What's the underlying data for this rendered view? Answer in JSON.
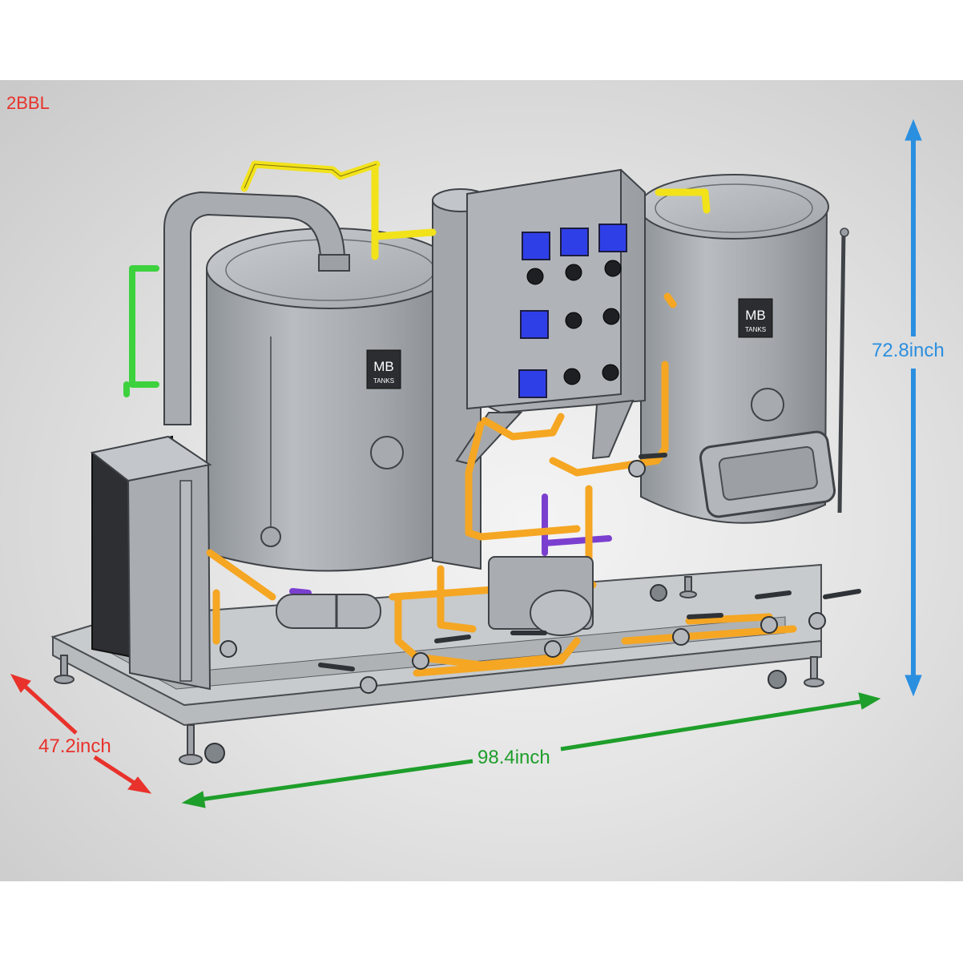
{
  "capacity_label": "2BBL",
  "dimensions": {
    "height": "72.8inch",
    "depth": "47.2inch",
    "width": "98.4inch"
  },
  "brand": {
    "logo_top": "MB",
    "logo_bottom": "TANKS"
  },
  "colors": {
    "height_arrow": "#2b8fe0",
    "depth_arrow": "#e8322b",
    "width_arrow": "#1e9e2a",
    "capacity_text": "#e8322b",
    "steel": "#a9adb1",
    "pipe_orange": "#f5a623",
    "pipe_yellow": "#f2e21a",
    "pipe_green": "#3ed13e",
    "pipe_purple": "#7b3fd0",
    "display_blue": "#2f3fe8"
  }
}
